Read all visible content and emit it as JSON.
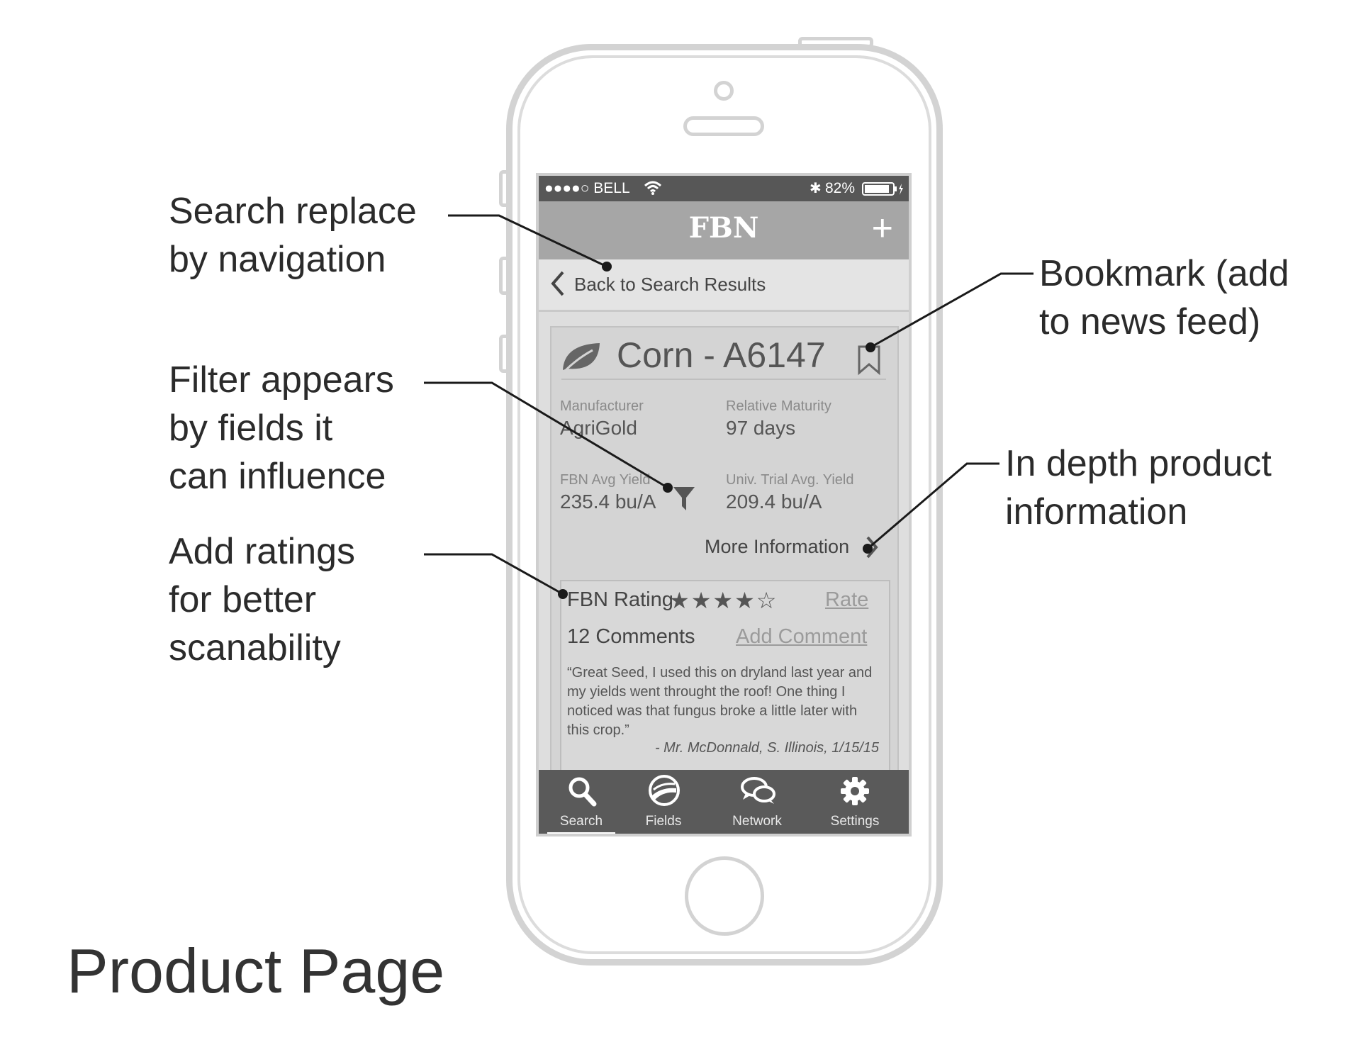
{
  "page_title": "Product Page",
  "annotations": {
    "search_replace": "Search replace\nby navigation",
    "filter": "Filter appears\nby fields it\ncan influence",
    "ratings": "Add ratings\nfor better\nscanability",
    "bookmark": "Bookmark (add\nto news feed)",
    "in_depth": "In depth product\ninformation"
  },
  "status_bar": {
    "carrier": "●●●●○ BELL",
    "battery": "82%"
  },
  "nav": {
    "title": "FBN",
    "add_symbol": "+"
  },
  "back": {
    "label": "Back to Search Results"
  },
  "product": {
    "name": "Corn - A6147",
    "fields": [
      {
        "label": "Manufacturer",
        "value": "AgriGold"
      },
      {
        "label": "Relative Maturity",
        "value": "97 days"
      },
      {
        "label": "FBN Avg Yield",
        "value": "235.4 bu/A"
      },
      {
        "label": "Univ. Trial Avg. Yield",
        "value": "209.4 bu/A"
      }
    ],
    "more_info": "More Information"
  },
  "rating": {
    "label": "FBN Rating",
    "stars": "★★★★☆",
    "value": 4,
    "max": 5,
    "rate_link": "Rate",
    "comments_count": "12 Comments",
    "add_comment": "Add Comment",
    "quote": "“Great Seed, I used this on dryland last year and my yields went throught the roof! One thing I noticed was that fungus broke a little later with this crop.”",
    "attribution": "- Mr. McDonnald, S. Illinois, 1/15/15"
  },
  "tabs": [
    {
      "label": "Search",
      "icon": "search-icon",
      "active": true
    },
    {
      "label": "Fields",
      "icon": "fields-icon",
      "active": false
    },
    {
      "label": "Network",
      "icon": "network-icon",
      "active": false
    },
    {
      "label": "Settings",
      "icon": "gear-icon",
      "active": false
    }
  ],
  "colors": {
    "status_bar": "#575757",
    "nav_bar": "#a6a6a6",
    "tab_bar": "#5a5a5a",
    "card": "#d4d4d4"
  }
}
